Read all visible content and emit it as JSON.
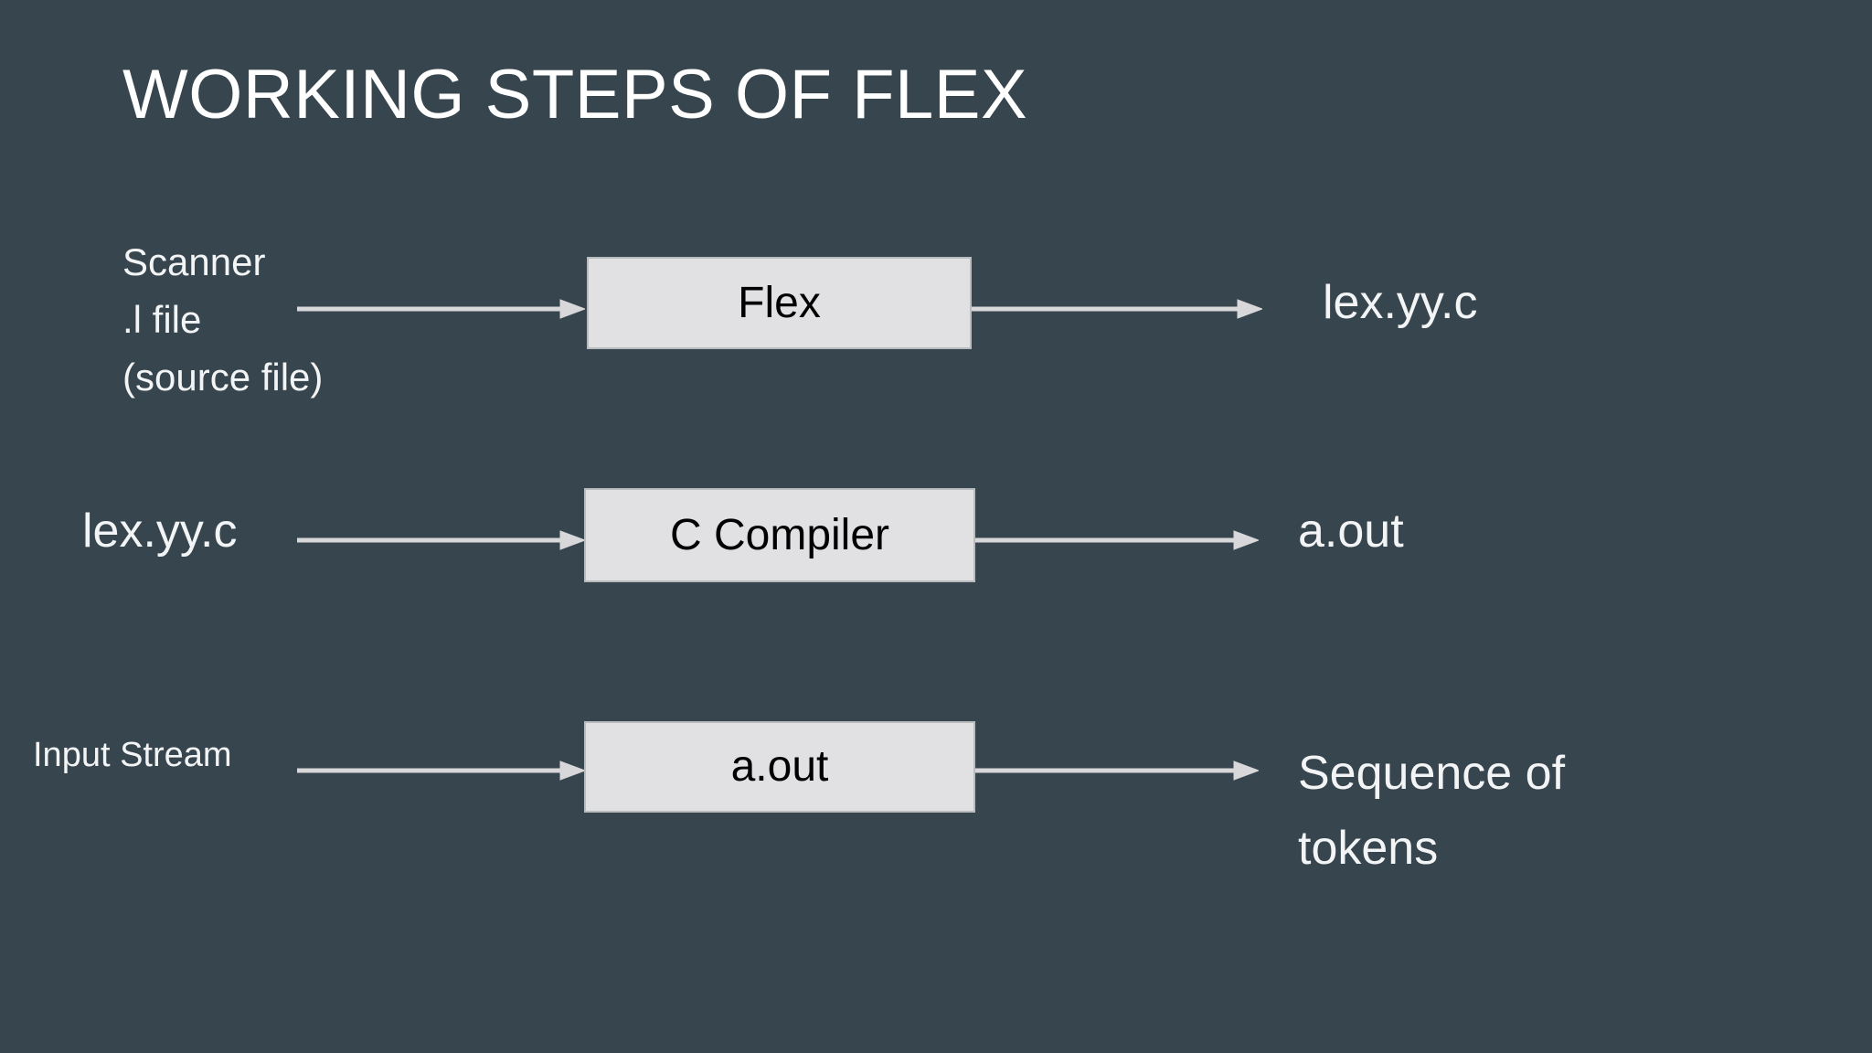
{
  "slide": {
    "title": "WORKING STEPS OF FLEX",
    "background_color": "#37454e",
    "title_color": "#ffffff",
    "box_fill_color": "#e1e1e3",
    "box_border_color": "#b9bcbe",
    "box_text_color": "#000000",
    "label_text_color": "#f2f4f5",
    "arrow_color": "#d8d8da"
  },
  "diagram": {
    "rows": [
      {
        "input_label": "Scanner\n.l file\n(source file)",
        "process_label": "Flex",
        "output_label": "lex.yy.c",
        "arrow_in_name": "arrow-scanner-to-flex",
        "arrow_out_name": "arrow-flex-to-lexyyc"
      },
      {
        "input_label": "lex.yy.c",
        "process_label": "C Compiler",
        "output_label": "a.out",
        "arrow_in_name": "arrow-lexyyc-to-ccompiler",
        "arrow_out_name": "arrow-ccompiler-to-aout"
      },
      {
        "input_label": "Input Stream",
        "process_label": "a.out",
        "output_label": "Sequence of\ntokens",
        "arrow_in_name": "arrow-inputstream-to-aout",
        "arrow_out_name": "arrow-aout-to-sequence"
      }
    ]
  }
}
